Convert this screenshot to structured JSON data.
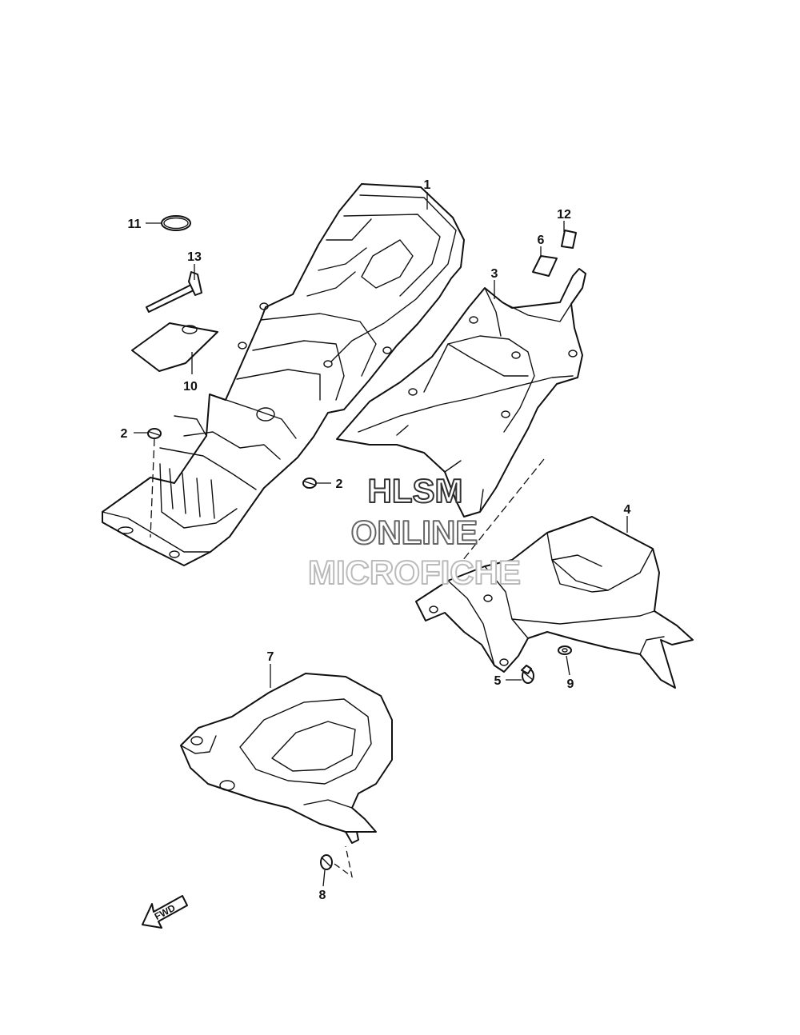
{
  "callouts": {
    "c1": "1",
    "c2a": "2",
    "c2b": "2",
    "c3": "3",
    "c4": "4",
    "c5": "5",
    "c6": "6",
    "c7": "7",
    "c8": "8",
    "c9": "9",
    "c10": "10",
    "c11": "11",
    "c12": "12",
    "c13": "13"
  },
  "watermark": {
    "line1": "HLSM",
    "line2": "ONLINE",
    "line3": "MICROFICHE"
  },
  "fwd_label": "FWD",
  "colors": {
    "line": "#111111",
    "background": "#ffffff",
    "watermark_stroke_dark": "#333333",
    "watermark_stroke_light": "#bbbbbb"
  }
}
